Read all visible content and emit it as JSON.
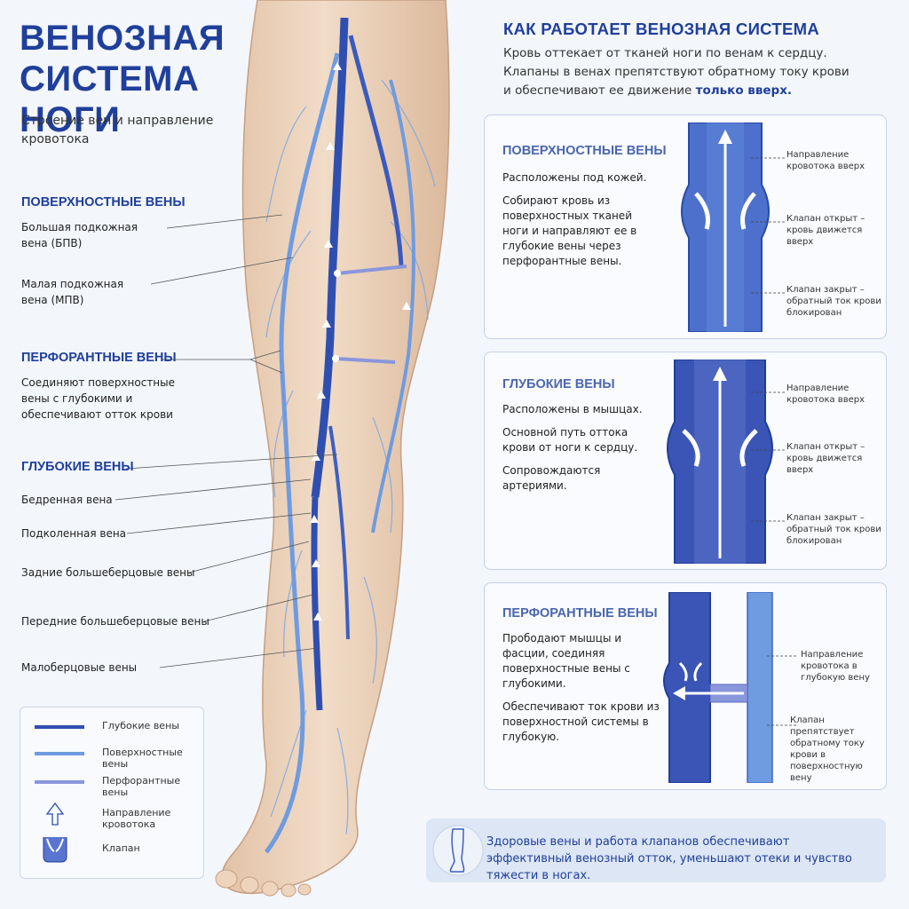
{
  "title_line1": "ВЕНОЗНАЯ",
  "title_line2": "СИСТЕМА НОГИ",
  "subtitle": "Строение вен и направление кровотока",
  "left": {
    "superficial_heading": "ПОВЕРХНОСТНЫЕ ВЕНЫ",
    "gsv": "Большая подкожная вена (БПВ)",
    "ssv": "Малая подкожная вена (МПВ)",
    "perforator_heading": "ПЕРФОРАНТНЫЕ ВЕНЫ",
    "perforator_desc": "Соединяют поверхностные вены с глубокими и обеспечивают отток крови",
    "deep_heading": "ГЛУБОКИЕ ВЕНЫ",
    "femoral": "Бедренная вена",
    "popliteal": "Подколенная вена",
    "posterior_tibial": "Задние большеберцовые вены",
    "anterior_tibial": "Передние большеберцовые вены",
    "peroneal": "Малоберцовые вены"
  },
  "legend": {
    "deep": "Глубокие вены",
    "superficial": "Поверхностные вены",
    "perforator": "Перфорантные вены",
    "flow": "Направление кровотока",
    "valve": "Клапан"
  },
  "right": {
    "title": "КАК РАБОТАЕТ ВЕНОЗНАЯ СИСТЕМА",
    "intro": "Кровь оттекает от тканей ноги по венам к сердцу. Клапаны в венах препятствуют обратному току крови и обеспечивают ее движение ",
    "intro_bold": "только вверх."
  },
  "panels": {
    "superficial": {
      "heading": "ПОВЕРХНОСТНЫЕ ВЕНЫ",
      "p1": "Расположены под кожей.",
      "p2": "Собирают кровь из поверхностных тканей ноги и направляют ее в глубокие вены через перфорантные вены.",
      "l1": "Направление кровотока вверх",
      "l2": "Клапан открыт – кровь движется вверх",
      "l3": "Клапан закрыт – обратный ток крови блокирован"
    },
    "deep": {
      "heading": "ГЛУБОКИЕ ВЕНЫ",
      "p1": "Расположены в мышцах.",
      "p2": "Основной путь оттока крови от ноги к сердцу.",
      "p3": "Сопровождаются артериями.",
      "l1": "Направление кровотока вверх",
      "l2": "Клапан открыт – кровь движется вверх",
      "l3": "Клапан закрыт – обратный ток крови блокирован"
    },
    "perforator": {
      "heading": "ПЕРФОРАНТНЫЕ ВЕНЫ",
      "p1": "Прободают мышцы и фасции, соединяя поверхностные вены с глубокими.",
      "p2": "Обеспечивают ток крови из поверхностной системы в глубокую.",
      "l1": "Направление кровотока в глубокую вену",
      "l2": "Клапан препятствует обратному току крови в поверхностную вену"
    }
  },
  "footer": "Здоровые вены и работа клапанов обеспечивают эффективный венозный отток, уменьшают отеки и чувство тяжести в ногах.",
  "colors": {
    "accent": "#1f3f9a",
    "deep_vein": "#2f4fb0",
    "superficial_vein": "#6f9be0",
    "perforator_vein": "#8a96dc",
    "skin": "#ecd3bd"
  }
}
